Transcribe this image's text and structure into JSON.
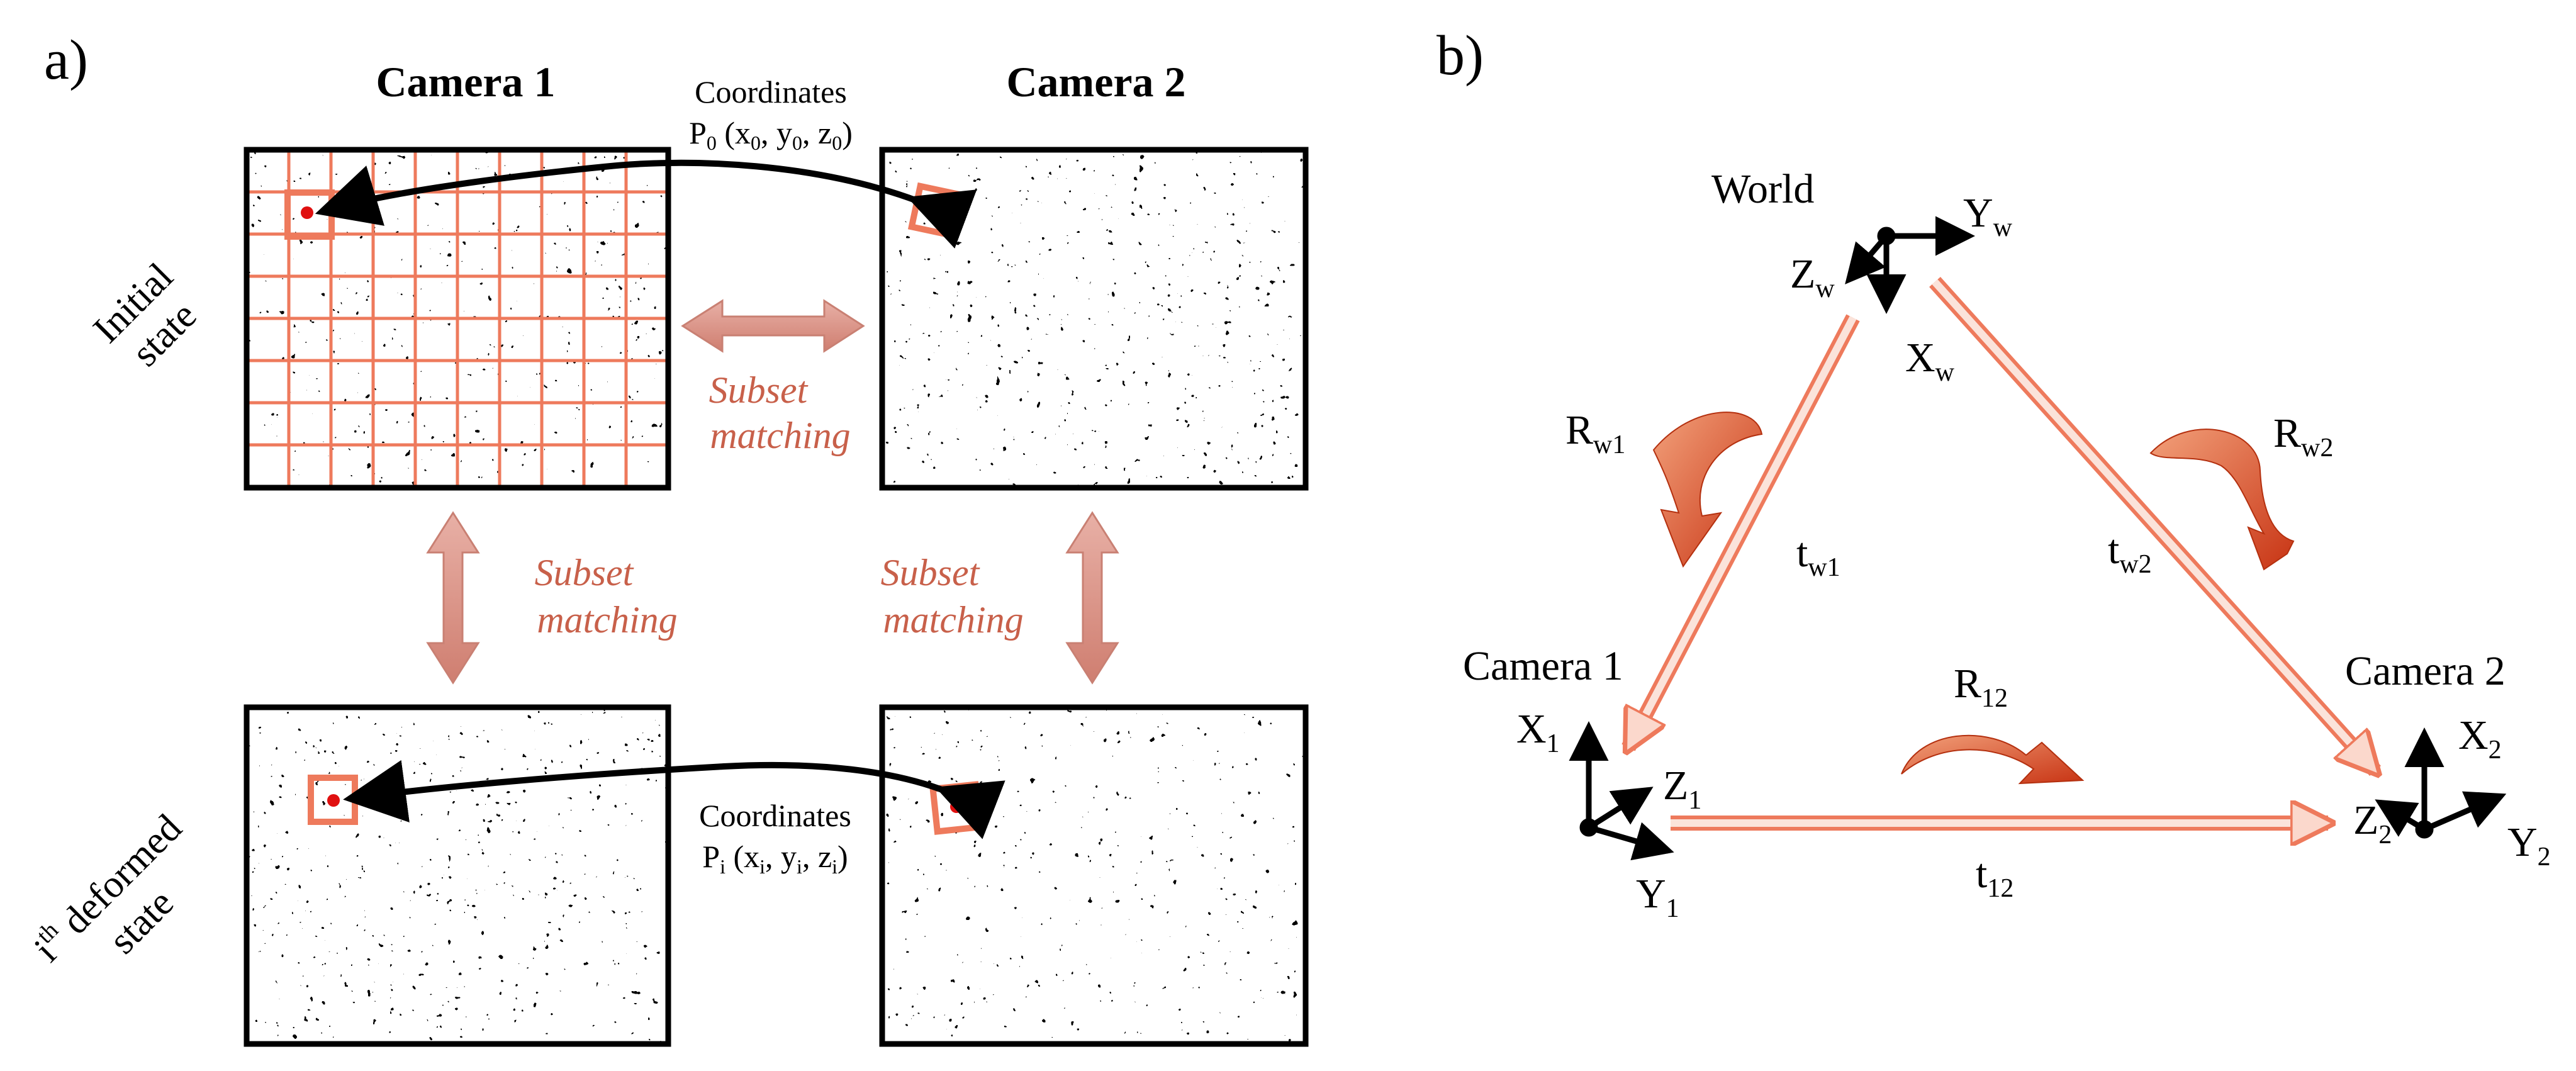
{
  "panel_a": {
    "label": "a)",
    "camera1_title": "Camera 1",
    "camera2_title": "Camera 2",
    "row1_label": [
      "Initial",
      "state"
    ],
    "row2_label": [
      "i",
      "th",
      " deformed",
      "state"
    ],
    "coord_top": {
      "heading": "Coordinates",
      "point": "P",
      "sub": "0",
      "x": "x",
      "y": "y",
      "z": "z",
      "idx": "0"
    },
    "coord_bottom": {
      "heading": "Coordinates",
      "point": "P",
      "sub": "i",
      "x": "x",
      "y": "y",
      "z": "z",
      "idx": "i"
    },
    "matching_label": [
      "Subset",
      "matching"
    ]
  },
  "panel_b": {
    "label": "b)",
    "world_label": "World",
    "camera1_label": "Camera 1",
    "camera2_label": "Camera 2",
    "world_axes": {
      "Y": "Y",
      "Y_sub": "w",
      "Z": "Z",
      "Z_sub": "w",
      "X": "X",
      "X_sub": "w"
    },
    "cam1_axes": {
      "X": "X",
      "X_sub": "1",
      "Z": "Z",
      "Z_sub": "1",
      "Y": "Y",
      "Y_sub": "1"
    },
    "cam2_axes": {
      "X": "X",
      "X_sub": "2",
      "Z": "Z",
      "Z_sub": "2",
      "Y": "Y",
      "Y_sub": "2"
    },
    "rotations": {
      "Rw1": [
        "R",
        "w1"
      ],
      "Rw2": [
        "R",
        "w2"
      ],
      "R12": [
        "R",
        "12"
      ]
    },
    "translations": {
      "tw1": [
        "t",
        "w1"
      ],
      "tw2": [
        "t",
        "w2"
      ],
      "t12": [
        "t",
        "12"
      ]
    }
  },
  "colors": {
    "accent": "#ee7a5c",
    "arrow_dark": "#d4451f",
    "pale_arrow": "#d58d80",
    "text_italic": "#c8604a",
    "red_dot": "#e01010"
  }
}
